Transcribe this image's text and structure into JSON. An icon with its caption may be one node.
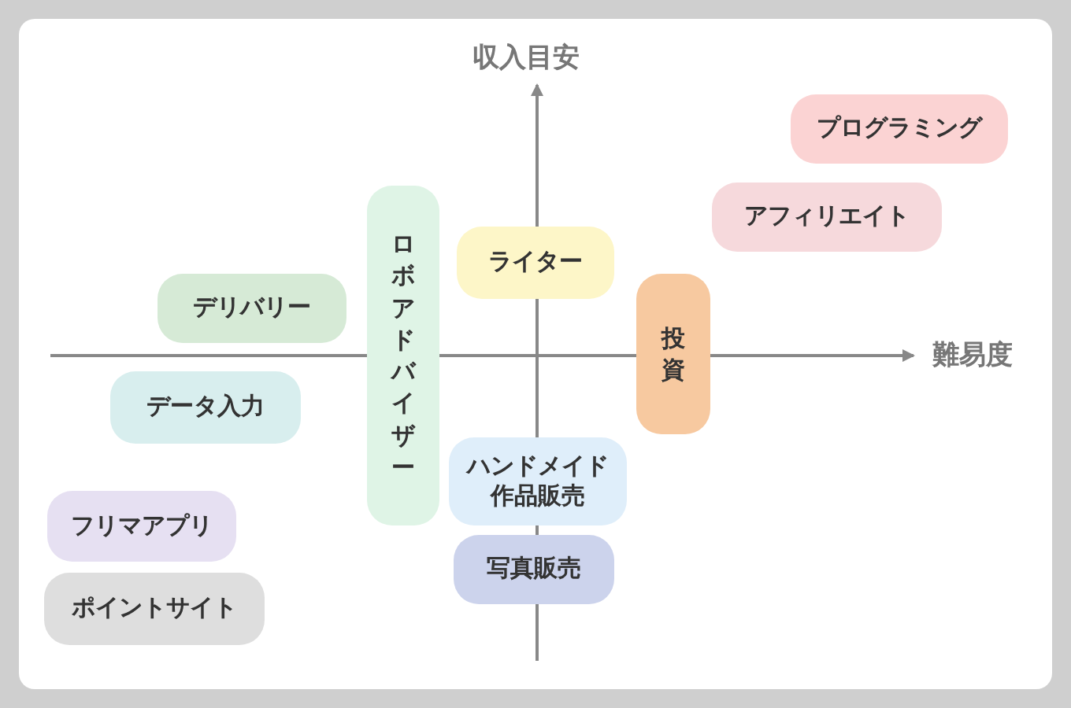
{
  "diagram": {
    "nodes": [
      {
        "text": [
          "プログラミング"
        ]
      },
      {
        "text": [
          "アフィリエイト"
        ]
      },
      {
        "text": [
          "ロボアドバイザー"
        ]
      },
      {
        "text": [
          "ライター"
        ]
      },
      {
        "text": [
          "デリバリー"
        ]
      },
      {
        "text": [
          "投資"
        ]
      },
      {
        "text": [
          "データ入力"
        ]
      },
      {
        "text": [
          "ハンドメイド作品販売"
        ]
      },
      {
        "text": [
          "フリマアプリ"
        ]
      },
      {
        "text": [
          "写真販売"
        ]
      },
      {
        "text": [
          "ポイントサイト"
        ]
      }
    ],
    "labels": [
      "収入目安",
      "難易度"
    ]
  }
}
